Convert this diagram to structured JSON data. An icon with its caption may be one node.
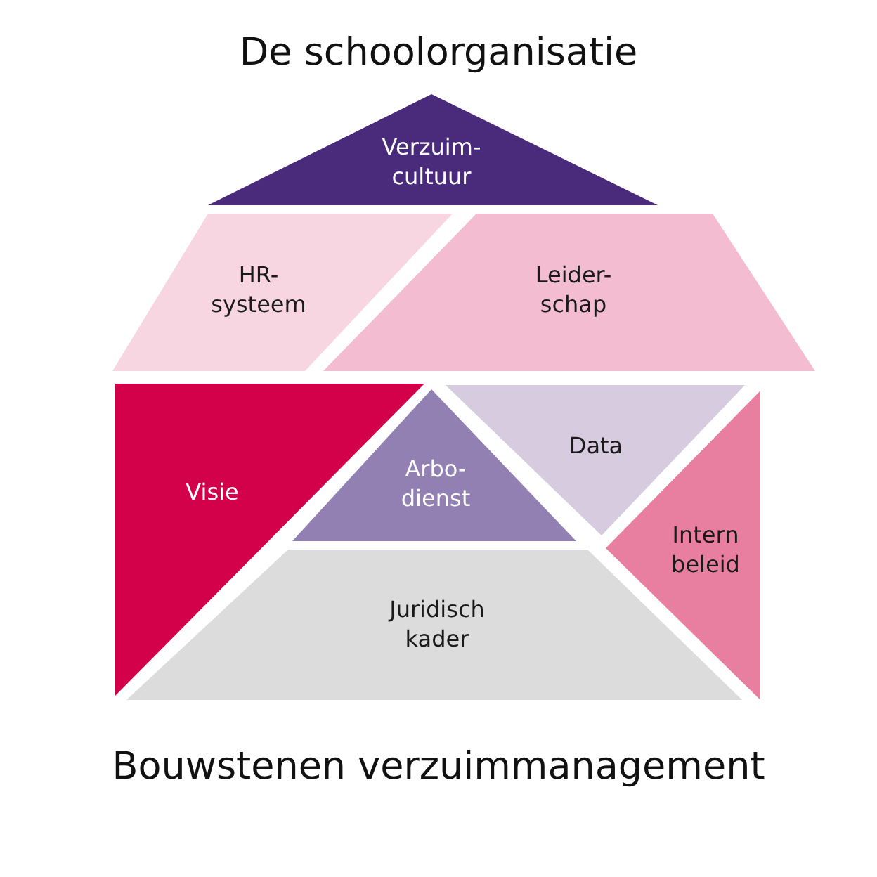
{
  "diagram": {
    "title": "De schoolorganisatie",
    "caption": "Bouwstenen verzuimmanagement",
    "nodes": [
      {
        "text": [
          "Verzuim- cultuur"
        ]
      },
      {
        "text": [
          "HR- systeem"
        ]
      },
      {
        "text": [
          "Leider- schap"
        ]
      },
      {
        "text": [
          "Visie"
        ]
      },
      {
        "text": [
          "Arbo- dienst"
        ]
      },
      {
        "text": [
          "Data"
        ]
      },
      {
        "text": [
          "Intern beleid"
        ]
      },
      {
        "text": [
          "Juridisch kader"
        ]
      }
    ]
  }
}
